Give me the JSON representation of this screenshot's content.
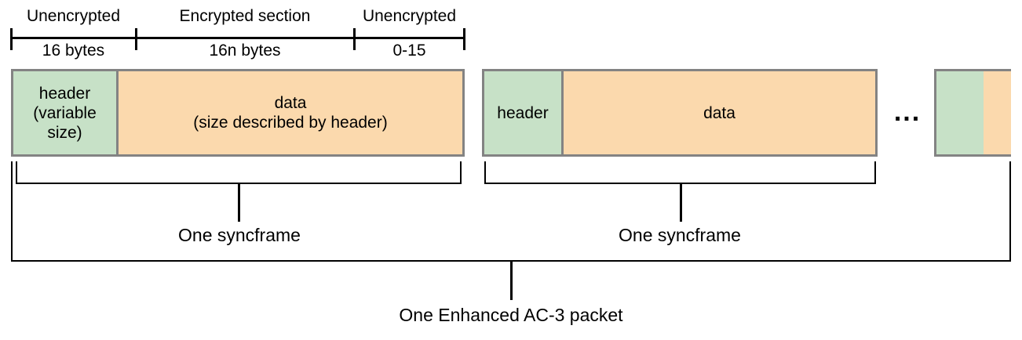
{
  "ruler": {
    "segments": [
      {
        "top": "Unencrypted",
        "bottom": "16 bytes"
      },
      {
        "top": "Encrypted section",
        "bottom": "16n bytes"
      },
      {
        "top": "Unencrypted",
        "bottom": "0-15"
      }
    ]
  },
  "syncframes": [
    {
      "header_label": "header\n(variable\nsize)",
      "data_label": "data\n(size described by header)"
    },
    {
      "header_label": "header",
      "data_label": "data"
    }
  ],
  "ellipsis": "...",
  "brackets": {
    "syncframe_1": "One syncframe",
    "syncframe_2": "One syncframe",
    "packet": "One Enhanced AC-3 packet"
  },
  "colors": {
    "header_fill": "#c7e1c7",
    "data_fill": "#fbd9ad",
    "box_border": "#838383",
    "line_color": "#000000"
  }
}
